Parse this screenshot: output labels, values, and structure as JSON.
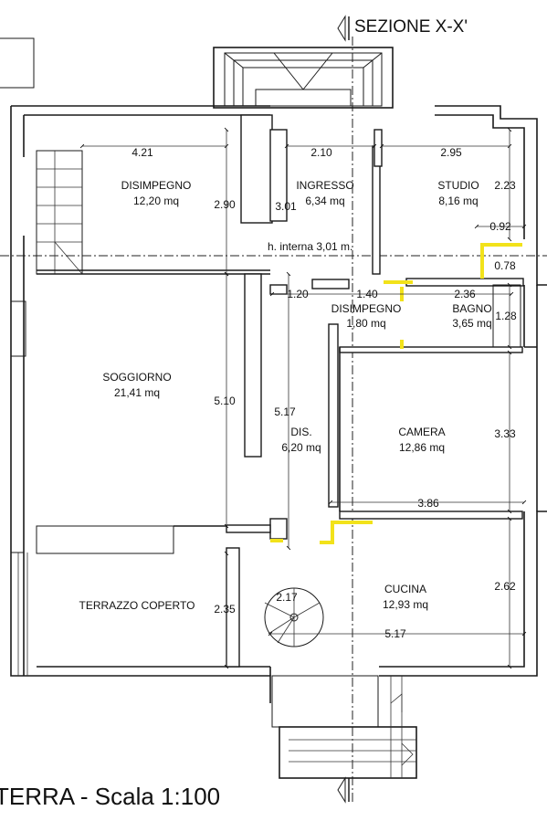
{
  "section_label": "SEZIONE X-X'",
  "title": "TERRA - Scala 1:100",
  "height_note": "h. interna 3,01 m.",
  "rooms": [
    {
      "name": "DISIMPEGNO",
      "area": "12,20 mq"
    },
    {
      "name": "INGRESSO",
      "area": "6,34 mq"
    },
    {
      "name": "STUDIO",
      "area": "8,16 mq"
    },
    {
      "name": "DISIMPEGNO",
      "area": "1,80 mq"
    },
    {
      "name": "BAGNO",
      "area": "3,65 mq"
    },
    {
      "name": "SOGGIORNO",
      "area": "21,41 mq"
    },
    {
      "name": "DIS.",
      "area": "6,20 mq"
    },
    {
      "name": "CAMERA",
      "area": "12,86 mq"
    },
    {
      "name": "CUCINA",
      "area": "12,93 mq"
    },
    {
      "name": "TERRAZZO COPERTO",
      "area": ""
    }
  ],
  "dimensions": {
    "d1": "4.21",
    "d2": "2.10",
    "d3": "2.95",
    "d4": "2.90",
    "d5": "3.01",
    "d6": "2.23",
    "d7": "0.92",
    "d8": "0.78",
    "d9": "1.20",
    "d10": "1.40",
    "d11": "2.36",
    "d12": "1.28",
    "d13": "5.10",
    "d14": "5.17",
    "d15": "3.33",
    "d16": "3.86",
    "d17": "2.62",
    "d18": "2.35",
    "d19": "2.17",
    "d20": "5.17"
  }
}
